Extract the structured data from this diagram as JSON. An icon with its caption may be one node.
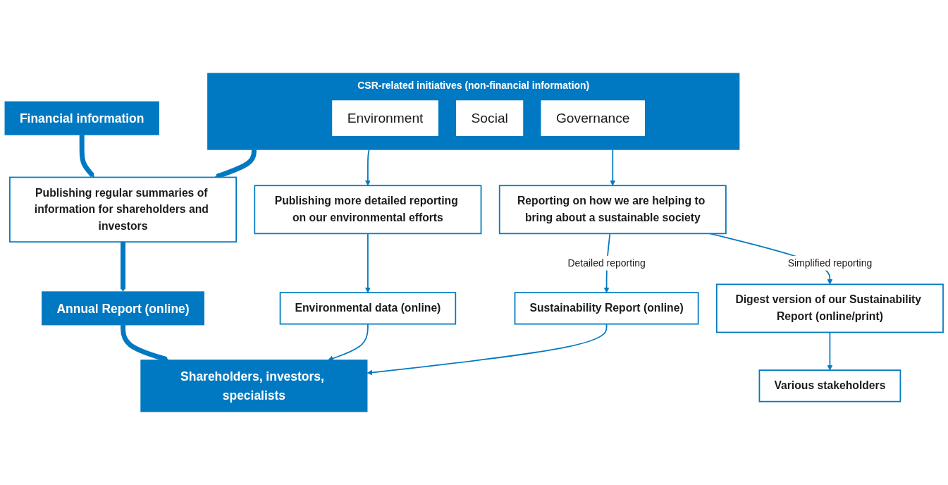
{
  "diagram": {
    "nodes": [
      {
        "text": [
          "Financial information"
        ]
      },
      {
        "text": [
          "CSR-related initiatives (non-financial information)"
        ]
      },
      {
        "text": [
          "Environment"
        ],
        "in": 1
      },
      {
        "text": [
          "Social"
        ],
        "in": 1
      },
      {
        "text": [
          "Governance"
        ],
        "in": 1
      },
      {
        "text": [
          "Publishing regular summaries of information for shareholders and investors"
        ]
      },
      {
        "text": [
          "Publishing more detailed reporting on our environmental efforts"
        ]
      },
      {
        "text": [
          "Reporting on how we are helping to bring about a sustainable society"
        ]
      },
      {
        "text": [
          "Annual Report (online)"
        ]
      },
      {
        "text": [
          "Environmental data (online)"
        ]
      },
      {
        "text": [
          "Sustainability Report (online)"
        ]
      },
      {
        "text": [
          "Digest version of our Sustainability Report (online/print)"
        ]
      },
      {
        "text": [
          "Shareholders, investors, specialists"
        ]
      },
      {
        "text": [
          "Various stakeholders"
        ]
      }
    ],
    "edges": [
      {
        "from": 0,
        "to": 5,
        "arrow": "to",
        "style": "thick"
      },
      {
        "from": 1,
        "to": 5,
        "arrow": "to",
        "style": "thick"
      },
      {
        "from": 2,
        "to": 6,
        "arrow": "to"
      },
      {
        "from": 1,
        "to": 7,
        "arrow": "to"
      },
      {
        "from": 5,
        "to": 8,
        "arrow": "to",
        "style": "thick"
      },
      {
        "from": 6,
        "to": 9,
        "arrow": "to"
      },
      {
        "from": 7,
        "to": 10,
        "arrow": "to",
        "label": "Detailed reporting"
      },
      {
        "from": 7,
        "to": 11,
        "arrow": "to",
        "label": "Simplified reporting"
      },
      {
        "from": 8,
        "to": 12,
        "arrow": "to",
        "style": "thick"
      },
      {
        "from": 9,
        "to": 12,
        "arrow": "to"
      },
      {
        "from": 10,
        "to": 12,
        "arrow": "to"
      },
      {
        "from": 11,
        "to": 13,
        "arrow": "to"
      }
    ]
  }
}
